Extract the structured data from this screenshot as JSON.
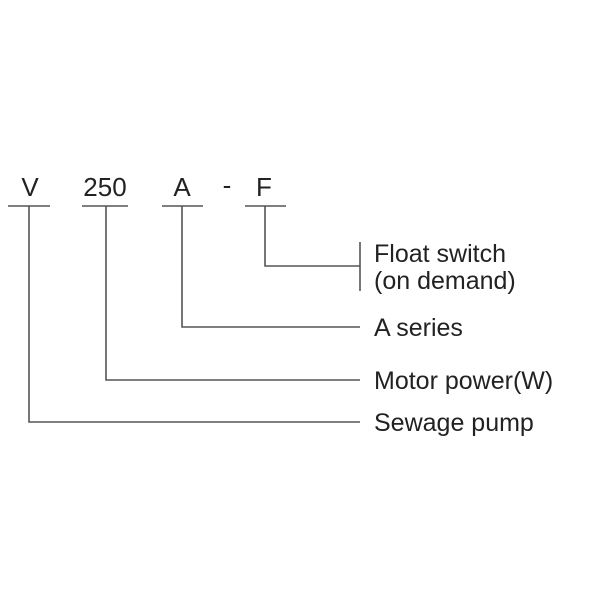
{
  "model_code": {
    "segments": [
      {
        "id": "series_prefix",
        "text": "V"
      },
      {
        "id": "power",
        "text": "250"
      },
      {
        "id": "series",
        "text": "A"
      },
      {
        "id": "separator",
        "text": "-"
      },
      {
        "id": "option",
        "text": "F"
      }
    ]
  },
  "legend": {
    "float_switch_line1": "Float switch",
    "float_switch_line2": "(on demand)",
    "a_series": "A series",
    "motor_power": "Motor power(W)",
    "sewage_pump": "Sewage pump"
  },
  "colors": {
    "text": "#222222",
    "lines": "#555555",
    "background": "#ffffff"
  }
}
